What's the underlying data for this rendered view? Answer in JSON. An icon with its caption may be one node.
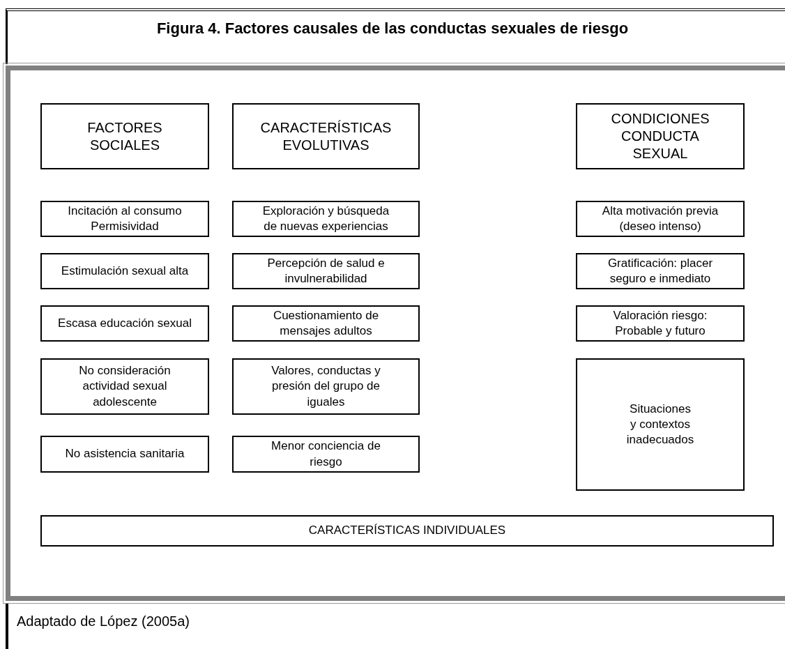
{
  "diagram": {
    "title": "Figura 4. Factores causales de las conductas sexuales de riesgo",
    "caption": "Adaptado de López (2005a)",
    "nodes": [
      {
        "text": [
          "FACTORES SOCIALES"
        ]
      },
      {
        "text": [
          "CARACTERÍSTICAS EVOLUTIVAS"
        ]
      },
      {
        "text": [
          "CONDICIONES CONDUCTA SEXUAL"
        ]
      },
      {
        "text": [
          "Incitación al consumo Permisividad"
        ]
      },
      {
        "text": [
          "Exploración y búsqueda de nuevas experiencias"
        ]
      },
      {
        "text": [
          "Alta motivación previa (deseo intenso)"
        ]
      },
      {
        "text": [
          "Estimulación sexual alta"
        ]
      },
      {
        "text": [
          "Percepción de salud e invulnerabilidad"
        ]
      },
      {
        "text": [
          "Gratificación: placer seguro e inmediato"
        ]
      },
      {
        "text": [
          "Escasa educación sexual"
        ]
      },
      {
        "text": [
          "Cuestionamiento de mensajes adultos"
        ]
      },
      {
        "text": [
          "Valoración riesgo: Probable y futuro"
        ]
      },
      {
        "text": [
          "No consideración actividad sexual adolescente"
        ]
      },
      {
        "text": [
          "Valores, conductas y presión del grupo de iguales"
        ]
      },
      {
        "text": [
          "Situaciones y contextos inadecuados"
        ]
      },
      {
        "text": [
          "No asistencia sanitaria"
        ]
      },
      {
        "text": [
          "Menor conciencia de riesgo"
        ]
      },
      {
        "text": [
          "CARACTERÍSTICAS INDIVIDUALES"
        ]
      }
    ]
  }
}
